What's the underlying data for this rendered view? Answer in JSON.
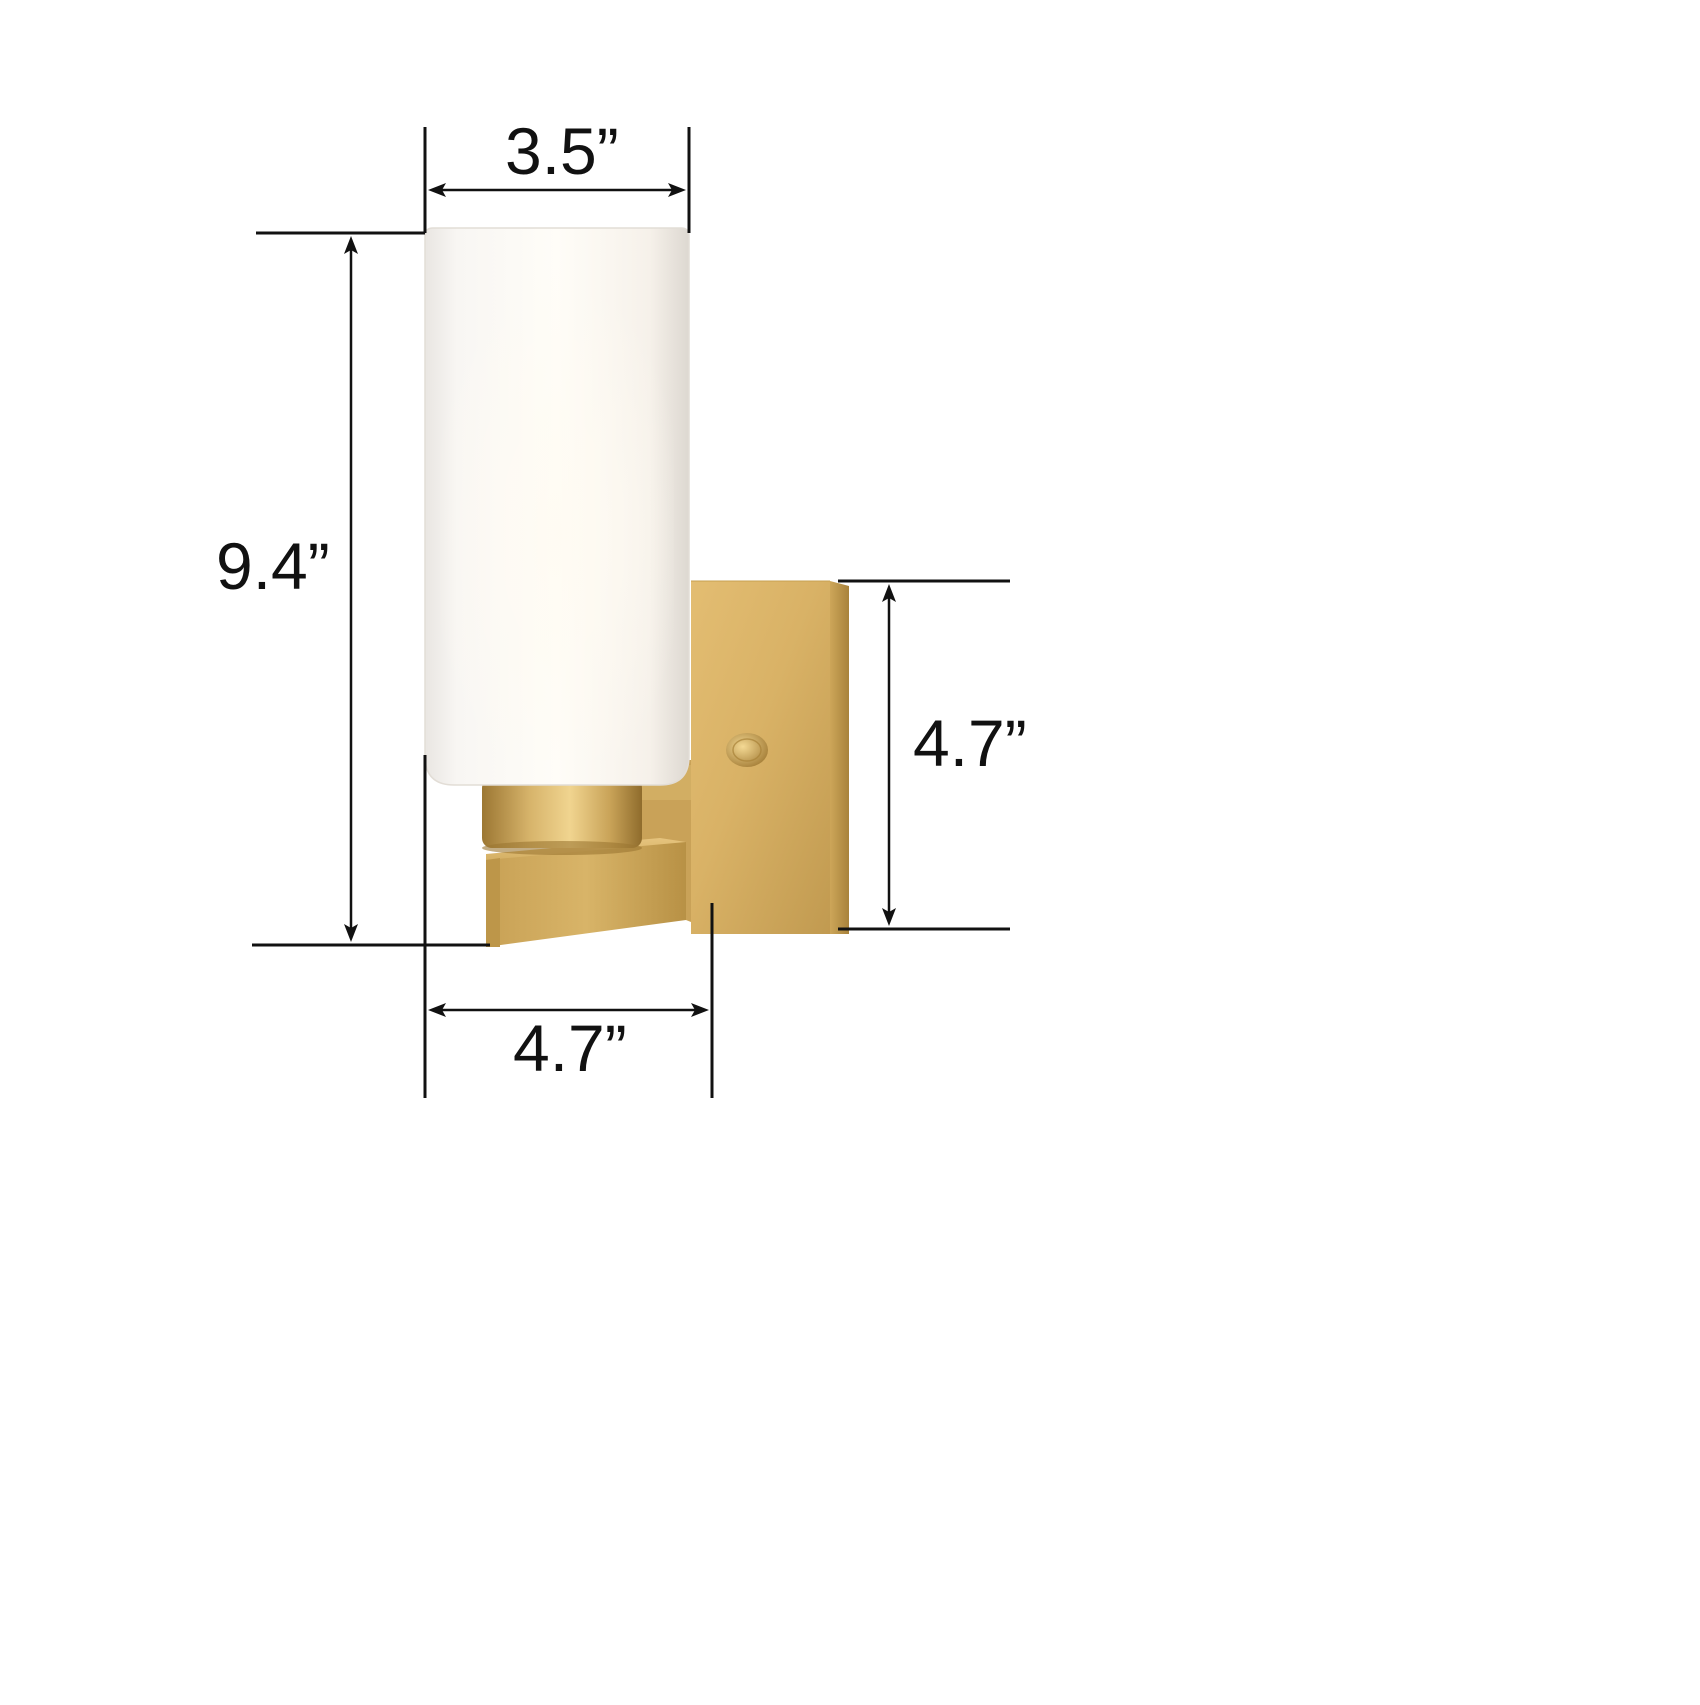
{
  "dimensions": {
    "shade_width": "3.5”",
    "overall_height": "9.4”",
    "backplate_height": "4.7”",
    "extension": "4.7”"
  },
  "colors": {
    "background": "#ffffff",
    "dimension_line": "#111111",
    "glass_shade": "#f7f3ee",
    "brass": "#d2ad62",
    "brass_dark": "#a98238"
  }
}
